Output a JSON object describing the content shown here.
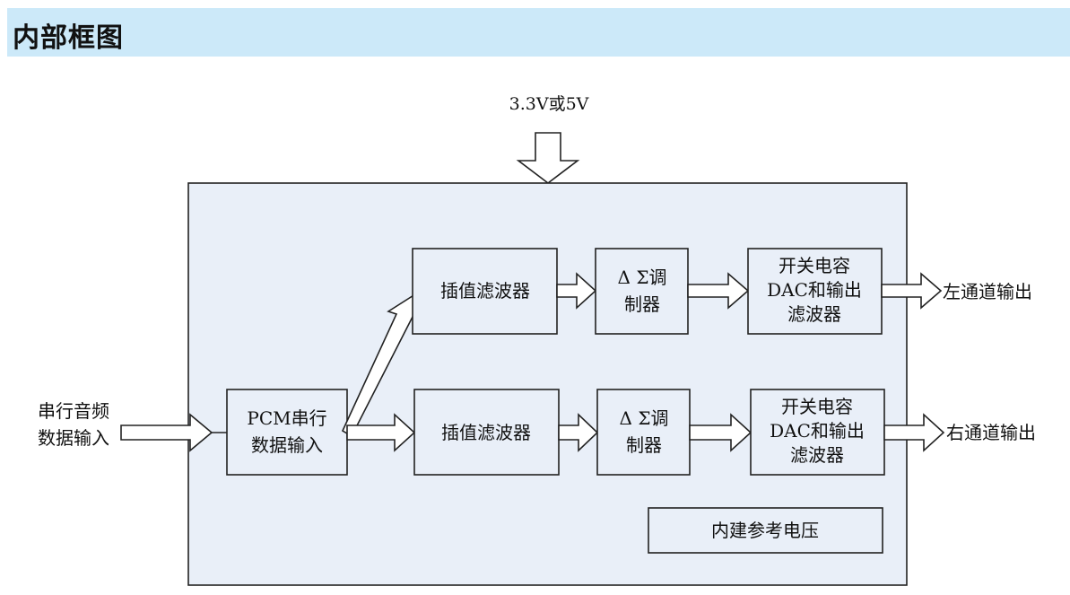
{
  "header": {
    "title": "内部框图"
  },
  "diagram": {
    "supply": "3.3V或5V",
    "input_label": [
      "串行音频",
      "数据输入"
    ],
    "pcm_block": [
      "PCM串行",
      "数据输入"
    ],
    "interp_top": "插值滤波器",
    "interp_bottom": "插值滤波器",
    "ds_top": [
      "Δ Σ调",
      "制器"
    ],
    "ds_bottom": [
      "Δ Σ调",
      "制器"
    ],
    "dac_top": [
      "开关电容",
      "DAC和输出",
      "滤波器"
    ],
    "dac_bottom": [
      "开关电容",
      "DAC和输出",
      "滤波器"
    ],
    "out_left": "左通道输出",
    "out_right": "右通道输出",
    "vref": "内建参考电压"
  },
  "colors": {
    "header_bg": "#cce9f9",
    "chip_bg": "#e9eff8",
    "line": "#222222"
  }
}
